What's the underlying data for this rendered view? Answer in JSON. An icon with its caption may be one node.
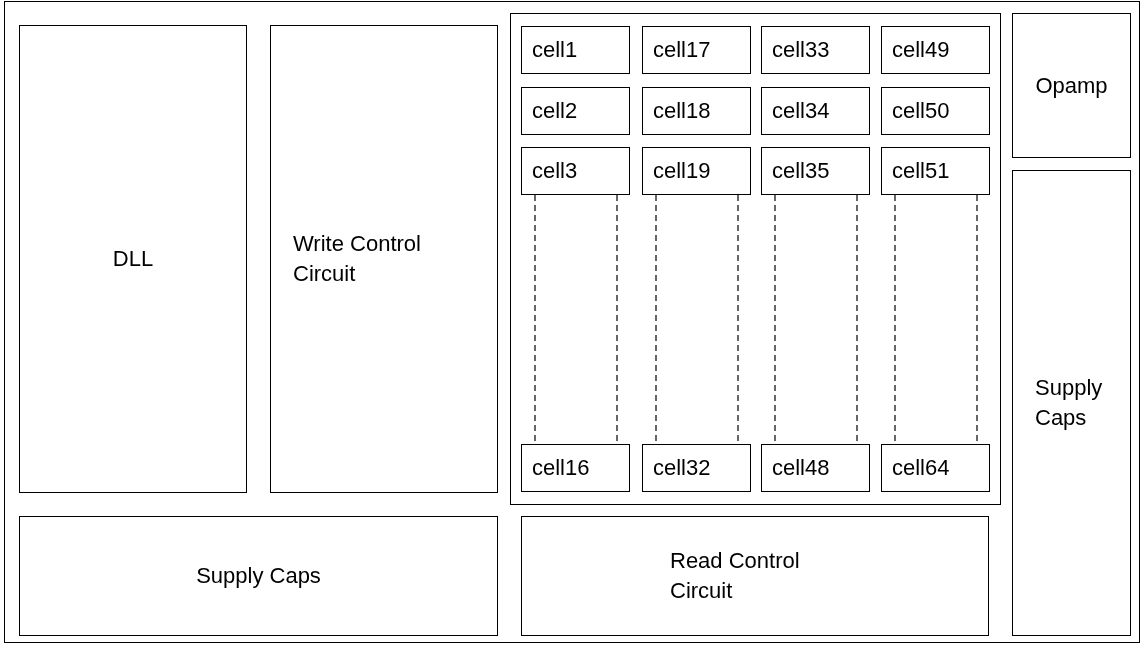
{
  "diagram": {
    "nodes": [
      {
        "text": [],
        "shape": "box"
      },
      {
        "text": [
          "DLL"
        ],
        "in": 0
      },
      {
        "text": [
          "Write Control Circuit"
        ],
        "in": 0
      },
      {
        "text": [],
        "shape": "box",
        "in": 0
      },
      {
        "text": [
          "cell1"
        ],
        "in": 3
      },
      {
        "text": [
          "cell17"
        ],
        "in": 3
      },
      {
        "text": [
          "cell33"
        ],
        "in": 3
      },
      {
        "text": [
          "cell49"
        ],
        "in": 3
      },
      {
        "text": [
          "cell2"
        ],
        "in": 3
      },
      {
        "text": [
          "cell18"
        ],
        "in": 3
      },
      {
        "text": [
          "cell34"
        ],
        "in": 3
      },
      {
        "text": [
          "cell50"
        ],
        "in": 3
      },
      {
        "text": [
          "cell3"
        ],
        "in": 3
      },
      {
        "text": [
          "cell19"
        ],
        "in": 3
      },
      {
        "text": [
          "cell35"
        ],
        "in": 3
      },
      {
        "text": [
          "cell51"
        ],
        "in": 3
      },
      {
        "text": [
          "cell16"
        ],
        "in": 3
      },
      {
        "text": [
          "cell32"
        ],
        "in": 3
      },
      {
        "text": [
          "cell48"
        ],
        "in": 3
      },
      {
        "text": [
          "cell64"
        ],
        "in": 3
      },
      {
        "text": [
          "Opamp"
        ],
        "in": 0
      },
      {
        "text": [
          "Supply Caps"
        ],
        "in": 0
      },
      {
        "text": [
          "Supply Caps"
        ],
        "in": 0
      },
      {
        "text": [
          "Read Control Circuit"
        ],
        "in": 0
      }
    ],
    "edges": [
      {
        "from": 12,
        "to": 16,
        "arrow": "none",
        "style": "dashed"
      },
      {
        "from": 12,
        "to": 16,
        "arrow": "none",
        "style": "dashed"
      },
      {
        "from": 13,
        "to": 17,
        "arrow": "none",
        "style": "dashed"
      },
      {
        "from": 13,
        "to": 17,
        "arrow": "none",
        "style": "dashed"
      },
      {
        "from": 14,
        "to": 18,
        "arrow": "none",
        "style": "dashed"
      },
      {
        "from": 14,
        "to": 18,
        "arrow": "none",
        "style": "dashed"
      },
      {
        "from": 15,
        "to": 19,
        "arrow": "none",
        "style": "dashed"
      },
      {
        "from": 15,
        "to": 19,
        "arrow": "none",
        "style": "dashed"
      }
    ]
  }
}
